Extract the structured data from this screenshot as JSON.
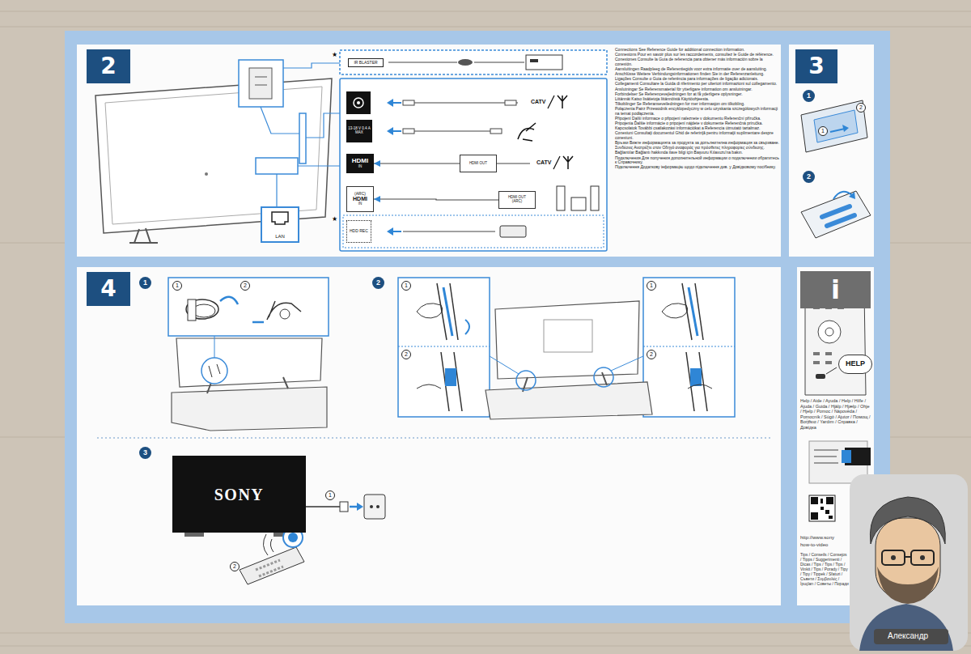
{
  "diagram": {
    "nodes": [
      {
        "text": [
          "2"
        ]
      },
      {
        "text": [
          "3"
        ]
      },
      {
        "text": [
          "4"
        ]
      },
      {
        "text": [
          "i"
        ]
      },
      {
        "text": [
          "IR BLASTER"
        ],
        "in": 0
      },
      {
        "text": [
          "13-18 V 0.4 A MAX"
        ],
        "in": 0
      },
      {
        "text": [
          "HDMI",
          "IN"
        ],
        "in": 0
      },
      {
        "text": [
          "HDMI OUT"
        ],
        "in": 0
      },
      {
        "text": [
          "(ARC)",
          "HDMI",
          "IN"
        ],
        "in": 0
      },
      {
        "text": [
          "HDMI OUT",
          "(ARC)"
        ],
        "in": 0
      },
      {
        "text": [
          "HDD REC"
        ],
        "in": 0
      },
      {
        "text": [
          "LAN"
        ],
        "in": 0
      },
      {
        "text": [
          "SONY"
        ],
        "in": 2
      },
      {
        "text": [
          "HELP"
        ],
        "in": 3
      }
    ],
    "edges": [
      {
        "from": 7,
        "to": 6,
        "arrow": "to"
      },
      {
        "from": 9,
        "to": 8,
        "arrow": "to"
      }
    ],
    "labels": [
      "Connections See Reference Guide for additional connection information.",
      "Connexions Pour en savoir plus sur les raccordements, consultez le Guide de référence.",
      "Conexiones Consulte la Guía de referencia para obtener más información sobre la conexión.",
      "Aansluitingen Raadpleeg de Referentiegids voor extra informatie over de aansluiting.",
      "Anschlüsse Weitere Verbindungsinformationen finden Sie in der Referenzanleitung.",
      "Ligações Consulte o Guia de referência para informações de ligação adicionais.",
      "Collegamenti Consultare la Guida di riferimento per ulteriori informazioni sul collegamento.",
      "Anslutningar Se Referensmaterial för ytterligare information om anslutningar.",
      "Forbindelser Se Referencevejledningen for at få yderligere oplysninger.",
      "Liitännät Katso lisätietoja liitännöistä Käyttöohjeesta.",
      "Tilkoblinger Se Referanseveiledningen for mer informasjon om tilkobling.",
      "Połączenia Patrz Przewodnik encyklopedyczny w celu uzyskania szczegółowych informacji na temat podłączenia.",
      "Připojení Další informace o připojení naleznete v dokumentu Referenční příručka.",
      "Pripojenia Ďalšie informácie o pripojení nájdete v dokumente Referenčná príručka.",
      "Kapcsolatok További csatlakozási információkat a Referencia útmutató tartalmaz.",
      "Conexiuni Consultaţi documentul Ghid de referinţă pentru informaţii suplimentare despre conexiuni.",
      "Връзки Вижте информацията за продукта за допълнителна информация за свързване.",
      "Συνδέσεις Ανατρέξτε στον Οδηγό αναφοράς για πρόσθετες πληροφορίες σύνδεσης.",
      "Bağlantılar Bağlantı hakkında ilave bilgi için Başvuru Kılavuzu'na bakın.",
      "Подключения Для получения дополнительной информации о подключении обратитесь к Справочнику.",
      "Підключення Додаткову інформацію щодо підключення див. у Довідковому посібнику.",
      "CATV",
      "CATV",
      "1",
      "2",
      "1",
      "2",
      "1",
      "1",
      "2",
      "2",
      "1",
      "2",
      "1",
      "2",
      "3",
      "1",
      "2",
      "Help / Aide / Ayuda / Help / Hilfe / Ajuda / Guida / Hjälp / Hjælp / Ohje / Hjelp / Pomoc / Nápověda / Pomocník / Súgó / Ajutor / Помощ / Βοήθεια / Yardım / Справка / Довідка",
      "http://www.sony",
      "how-to-video",
      "Tips / Conseils / Consejos / Tipps / Suggerimenti / Dicas / Tips / Tips / Tips / Vinkit / Tips / Porady / Tipy / Tipy / Tippek / Sfaturi / Съвети / Συμβουλές / İpuçları / Советы / Поради",
      "Александр",
      "★",
      "★"
    ]
  }
}
